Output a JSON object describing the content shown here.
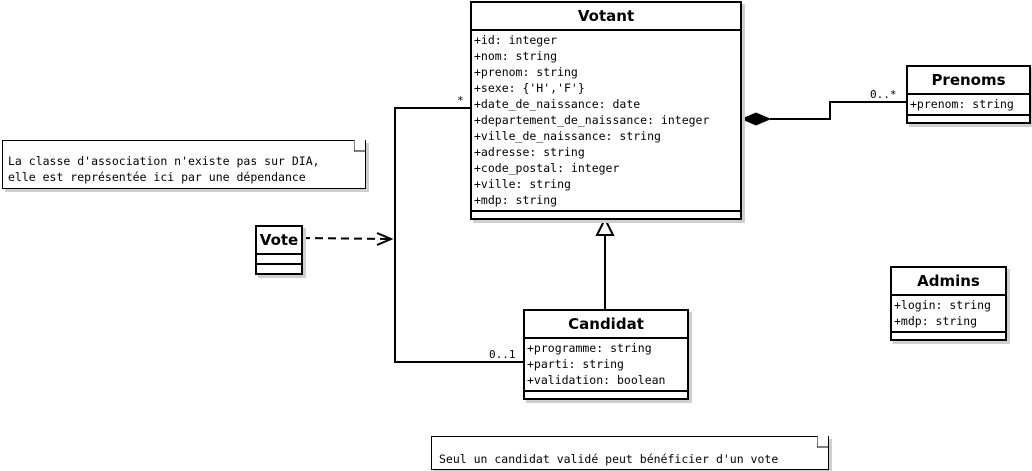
{
  "classes": {
    "votant": {
      "name": "Votant",
      "attributes": [
        "+id: integer",
        "+nom: string",
        "+prenom: string",
        "+sexe: {'H','F'}",
        "+date_de_naissance: date",
        "+departement_de_naissance: integer",
        "+ville_de_naissance: string",
        "+adresse: string",
        "+code_postal: integer",
        "+ville: string",
        "+mdp: string"
      ]
    },
    "prenoms": {
      "name": "Prenoms",
      "attributes": [
        "+prenom: string"
      ]
    },
    "admins": {
      "name": "Admins",
      "attributes": [
        "+login: string",
        "+mdp: string"
      ]
    },
    "candidat": {
      "name": "Candidat",
      "attributes": [
        "+programme: string",
        "+parti: string",
        "+validation: boolean"
      ]
    },
    "vote": {
      "name": "Vote",
      "attributes": []
    }
  },
  "notes": {
    "association": [
      "La classe d'association n'existe pas sur DIA,",
      "elle est représentée ici par une dépendance"
    ],
    "validation": [
      "Seul un candidat validé peut bénéficier d'un vote"
    ]
  },
  "multiplicities": {
    "votant_end": "*",
    "candidat_end": "0..1",
    "prenoms_end": "0..*"
  },
  "colors": {
    "line": "#000000",
    "shadow": "#cfcfcf",
    "background": "#ffffff"
  }
}
